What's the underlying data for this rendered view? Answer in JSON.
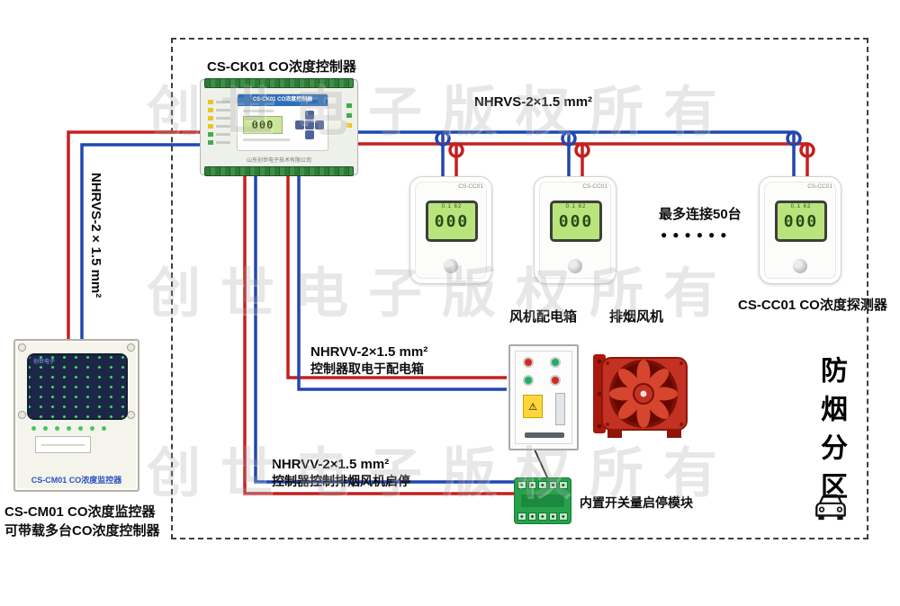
{
  "watermark": {
    "text": "创世电子版权所有"
  },
  "labels": {
    "controller_title": "CS-CK01 CO浓度控制器",
    "cable_top": "NHRVS-2×1.5 mm²",
    "cable_left": "NHRVS-2×1.5 mm²",
    "max_connect": "最多连接50台",
    "dots": "●●●●●●",
    "detector_caption": "CS-CC01 CO浓度探测器",
    "fan_box_caption": "风机配电箱",
    "fan_caption": "排烟风机",
    "nhrvv_power_line1": "NHRVV-2×1.5 mm²",
    "nhrvv_power_line2": "控制器取电于配电箱",
    "nhrvv_ctrl_line1": "NHRVV-2×1.5 mm²",
    "nhrvv_ctrl_line2": "控制器控制排烟风机启停",
    "module_caption": "内置开关量启停模块",
    "monitor_caption_line1": "CS-CM01 CO浓度监控器",
    "monitor_caption_line2": "可带载多台CO浓度控制器",
    "zone": "防烟分区"
  },
  "controller": {
    "screen_header": "CS-CK01 CO浓度控制器",
    "lcd": "000",
    "company": "山东创世电子技术有限公司"
  },
  "monitor": {
    "panel_label": "CS-CM01 CO浓度监控器",
    "brand": "创世电子"
  },
  "detectors": [
    {
      "model": "CS-CC01",
      "lcd_top": "0.1  62",
      "lcd_main": "000"
    },
    {
      "model": "CS-CC01",
      "lcd_top": "0.1  62",
      "lcd_main": "000"
    },
    {
      "model": "CS-CC01",
      "lcd_top": "0.1  62",
      "lcd_main": "000"
    }
  ],
  "distbox": {
    "warning_icon": "⚠"
  },
  "colors": {
    "wire_red": "#c42020",
    "wire_blue": "#2147b0"
  }
}
